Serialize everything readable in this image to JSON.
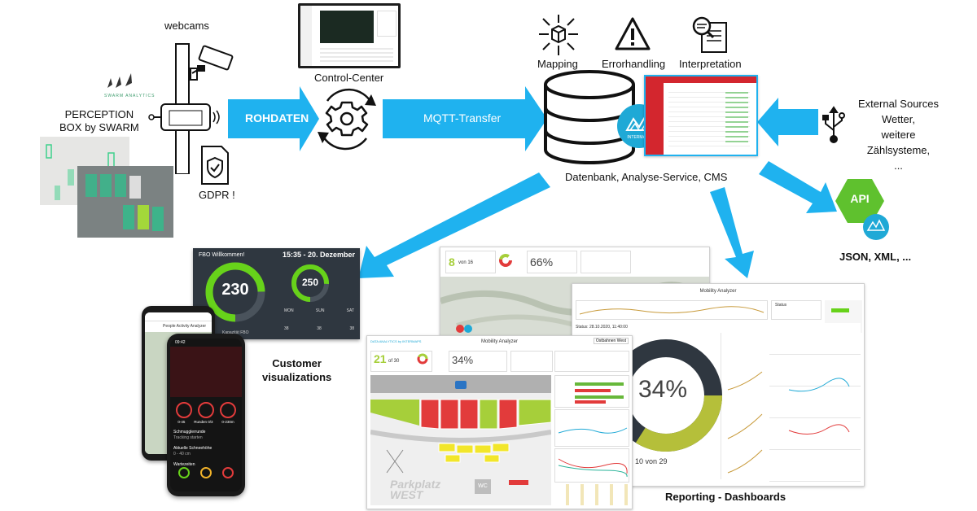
{
  "labels": {
    "webcams": "webcams",
    "perception_box": [
      "PERCEPTION",
      "BOX by SWARM"
    ],
    "swarm_brand": "SWARM ANALYTICS",
    "gdpr": "GDPR !",
    "control_center": "Control-Center",
    "rohdaten": "ROHDATEN",
    "mqtt": "MQTT-Transfer",
    "mapping": "Mapping",
    "errorhandling": "Errorhandling",
    "interpretation": "Interpretation",
    "database": "Datenbank, Analyse-Service, CMS",
    "intermaps": "INTERMAPS",
    "external_sources": [
      "External Sources",
      "Wetter,",
      "weitere",
      "Zählsysteme,",
      "..."
    ],
    "api": "API",
    "json_xml": "JSON, XML, ...",
    "customer_vis": [
      "Customer",
      "visualizations"
    ],
    "reporting": "Reporting - Dashboards"
  },
  "fbo_screen": {
    "title": "FBO Willkommen!",
    "date": "15:35 - 20. Dezember",
    "big_value": "230",
    "big_caption": "Kapazität FBO",
    "small_value": "250",
    "days": [
      "MON",
      "SUN",
      "SAT"
    ],
    "day_values": [
      "38",
      "38",
      "38"
    ]
  },
  "map_dashboard": {
    "free_value": "8",
    "free_of": "von 16",
    "percent": "66%"
  },
  "mobility_analyzer": {
    "title": "Mobility Analyzer",
    "free_value": "21",
    "free_of": "of 30",
    "percent": "34%",
    "place_select": "Ostbahnen West",
    "parking_name": [
      "Parkplatz",
      "WEST"
    ],
    "wc": "WC",
    "brand": "DATA ANALYTICS by INTERMAPS"
  },
  "mobility_analyzer_large": {
    "title": "Mobility Analyzer",
    "status_label": "Status",
    "status_line": "Status: 28.10.2020, 11:40:00",
    "donut_percent": "34%",
    "footer": "10 von 29"
  },
  "phone_back": {
    "title": "People Activity Analyzer"
  },
  "phone_front": {
    "time": "09:42",
    "metrics": [
      "0-45",
      "Runden 0/3",
      "0-230m"
    ],
    "section1": "Schmugglerrunde",
    "section1b": "Tracking starten",
    "section2": "Aktuelle Schneehöhe",
    "section2b": "0 - 40 cm",
    "section3": "Wartezeiten"
  },
  "colors": {
    "arrow_blue": "#1fb2ef",
    "api_green": "#5fc12e",
    "dashboard_dark": "#2f3740",
    "fbo_green": "#67d21a",
    "parking_red": "#e23b3b",
    "parking_green": "#a6cf3a",
    "parking_yellow": "#f2e62a",
    "donut_olive": "#b5bf3a"
  }
}
